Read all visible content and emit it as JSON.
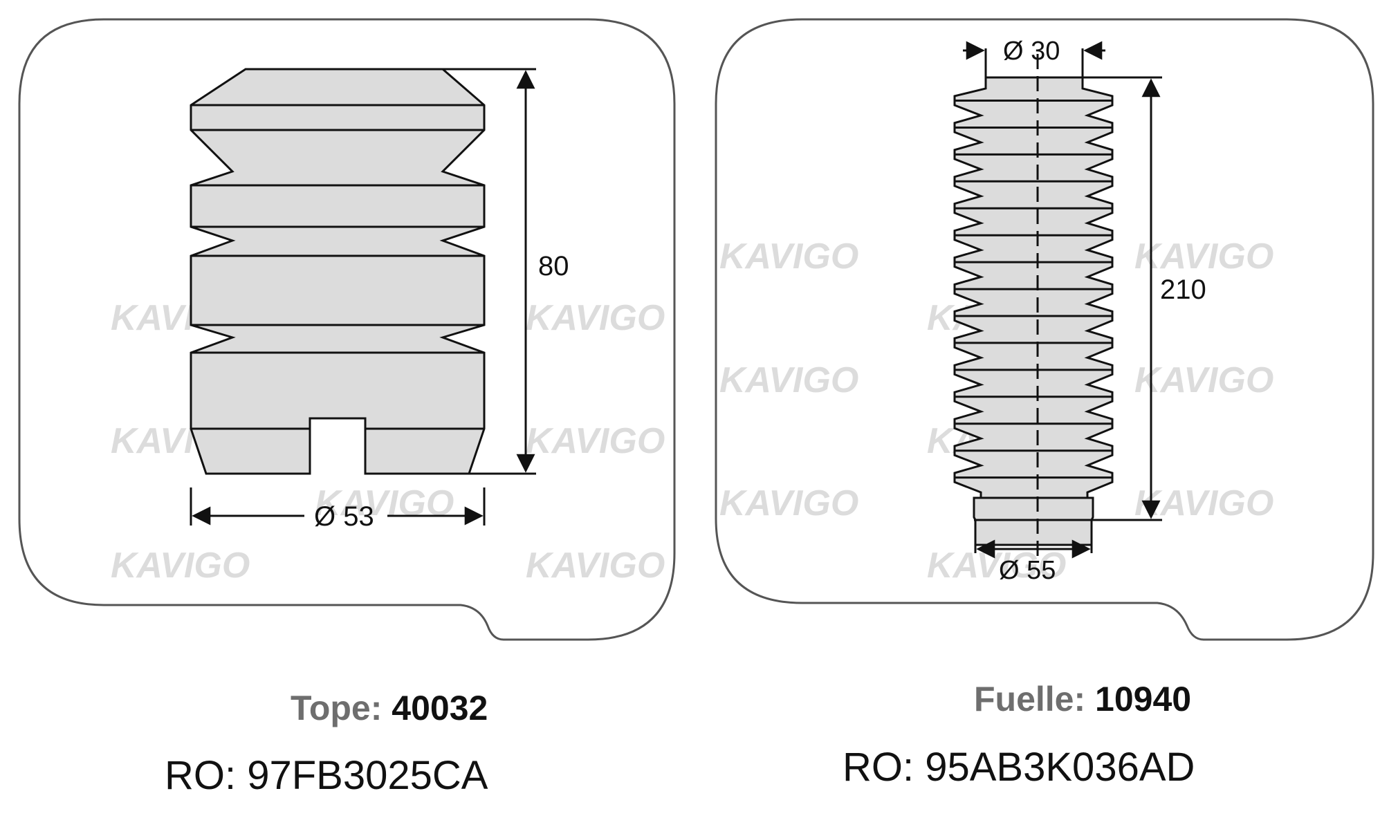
{
  "watermark": {
    "text": "KAVIGO",
    "color": "#d9d9d9"
  },
  "colors": {
    "frame": "#555555",
    "part_fill": "#dcdcdc",
    "line": "#111111"
  },
  "left": {
    "height_label": "80",
    "diameter_label": "Ø 53",
    "part_prefix": "Tope:",
    "part_number": "40032",
    "ref": "RO: 97FB3025CA"
  },
  "right": {
    "top_diameter_label": "Ø 30",
    "height_label": "210",
    "bottom_diameter_label": "Ø 55",
    "part_prefix": "Fuelle:",
    "part_number": "10940",
    "ref": "RO: 95AB3K036AD"
  }
}
